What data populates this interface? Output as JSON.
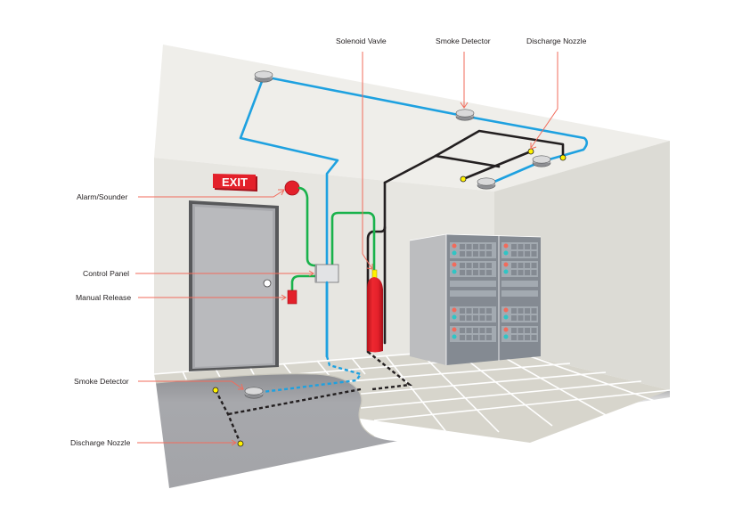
{
  "diagram": {
    "type": "fire-suppression-system-illustration",
    "exit_sign": "EXIT",
    "labels": {
      "top": [
        {
          "id": "solenoid-valve",
          "text": "Solenoid Vavle"
        },
        {
          "id": "smoke-detector-ceiling",
          "text": "Smoke Detector"
        },
        {
          "id": "discharge-nozzle-ceiling",
          "text": "Discharge Nozzle"
        }
      ],
      "left": [
        {
          "id": "alarm-sounder",
          "text": "Alarm/Sounder"
        },
        {
          "id": "control-panel",
          "text": "Control Panel"
        },
        {
          "id": "manual-release",
          "text": "Manual Release"
        },
        {
          "id": "smoke-detector-floor",
          "text": "Smoke Detector"
        },
        {
          "id": "discharge-nozzle-floor",
          "text": "Discharge Nozzle"
        }
      ]
    },
    "legend_colors": {
      "detection_wiring": "#1ea1e0",
      "control_wiring": "#19b24b",
      "agent_piping": "#231f20",
      "leader_lines": "#f26b5b",
      "nozzle": "#fff200",
      "cylinder": "#e3202a",
      "server_led_red": "#f26b5b",
      "server_led_teal": "#2fc5c5"
    },
    "components": {
      "ceiling_smoke_detectors": 4,
      "ceiling_discharge_nozzles": 3,
      "floor_smoke_detectors": 1,
      "floor_discharge_nozzles": 2,
      "server_racks": 2,
      "agent_cylinders": 1
    }
  }
}
